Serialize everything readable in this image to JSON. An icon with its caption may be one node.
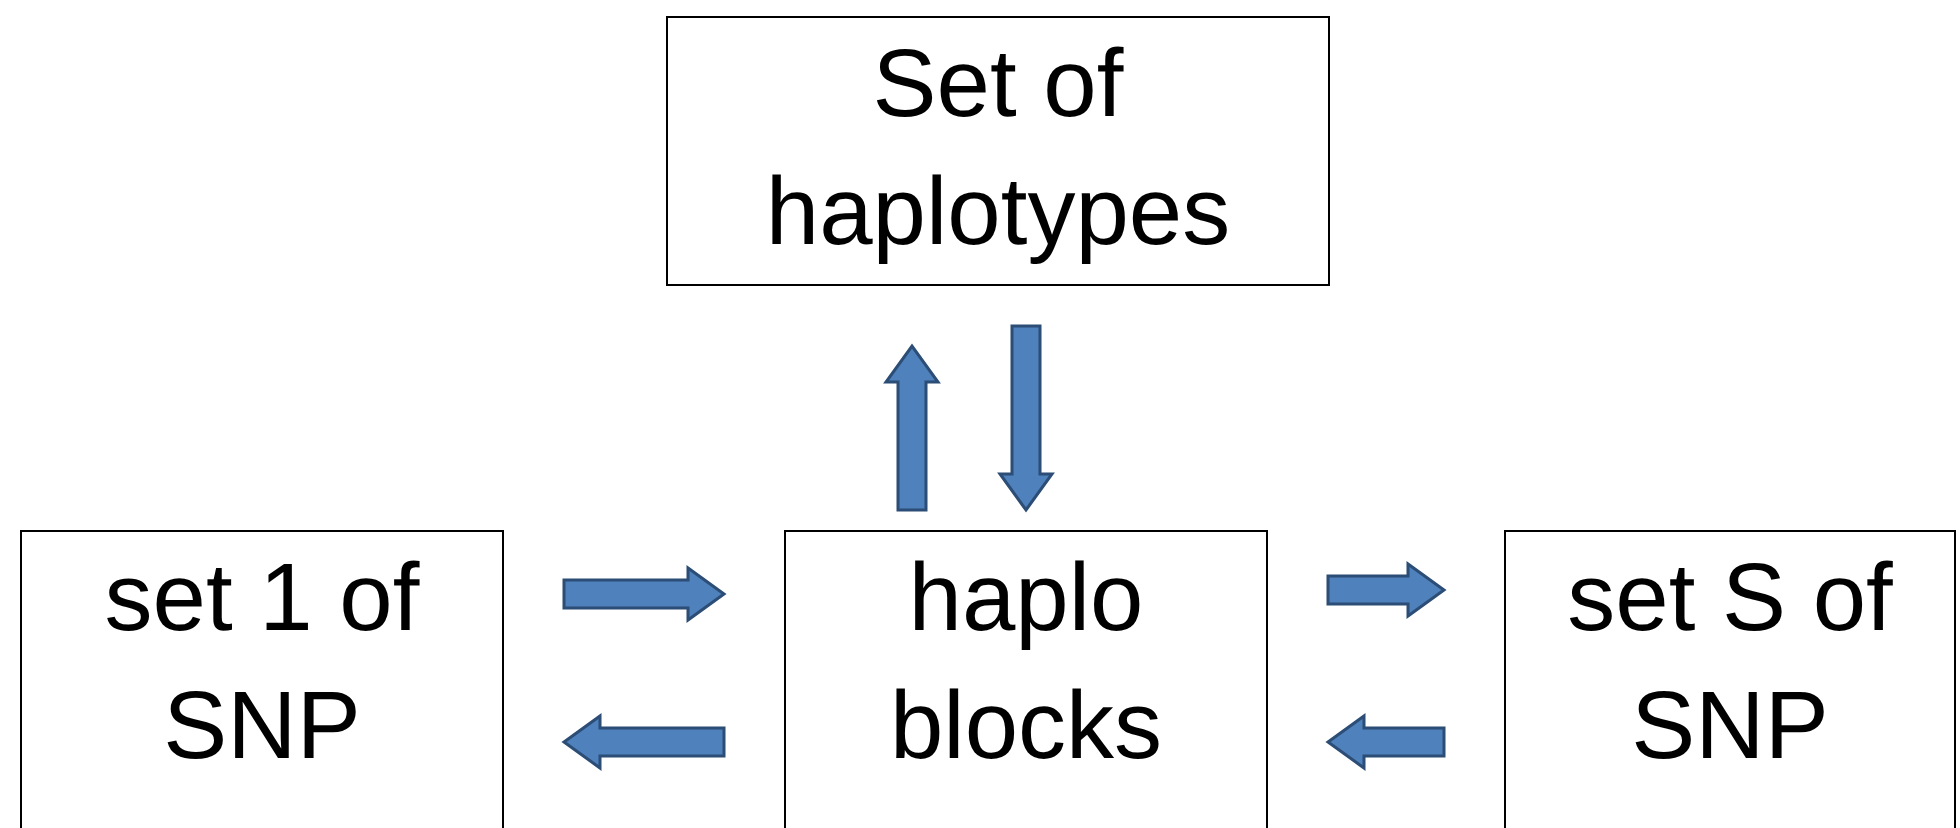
{
  "diagram": {
    "nodes": [
      {
        "text": [
          "Set of haplotypes"
        ]
      },
      {
        "text": [
          "set 1 of SNP"
        ]
      },
      {
        "text": [
          "haplo blocks"
        ]
      },
      {
        "text": [
          "set S of SNP"
        ]
      }
    ],
    "edges": [
      {
        "from": 2,
        "to": 0,
        "arrow": "to"
      },
      {
        "from": 0,
        "to": 2,
        "arrow": "to"
      },
      {
        "from": 1,
        "to": 2,
        "arrow": "to"
      },
      {
        "from": 2,
        "to": 1,
        "arrow": "to"
      },
      {
        "from": 2,
        "to": 3,
        "arrow": "to"
      },
      {
        "from": 3,
        "to": 2,
        "arrow": "to"
      }
    ]
  }
}
